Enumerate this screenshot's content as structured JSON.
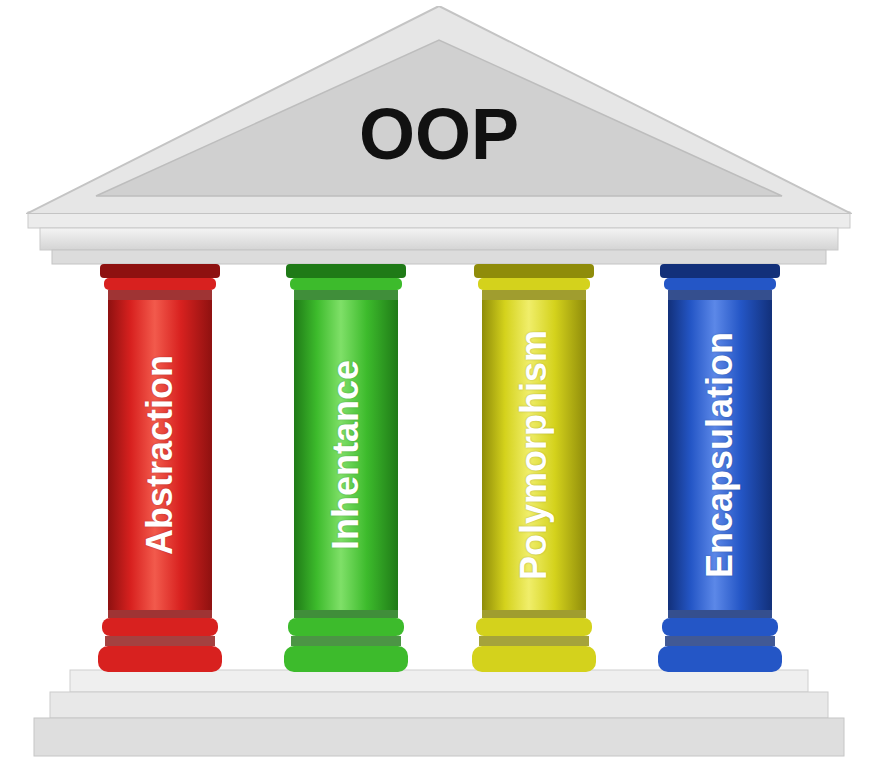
{
  "diagram": {
    "nodes": [
      {
        "text": [
          "OOP"
        ]
      },
      {
        "text": [
          "Abstraction"
        ]
      },
      {
        "text": [
          "Inhentance"
        ]
      },
      {
        "text": [
          "Polymorphism"
        ]
      },
      {
        "text": [
          "Encapsulation"
        ]
      }
    ]
  }
}
